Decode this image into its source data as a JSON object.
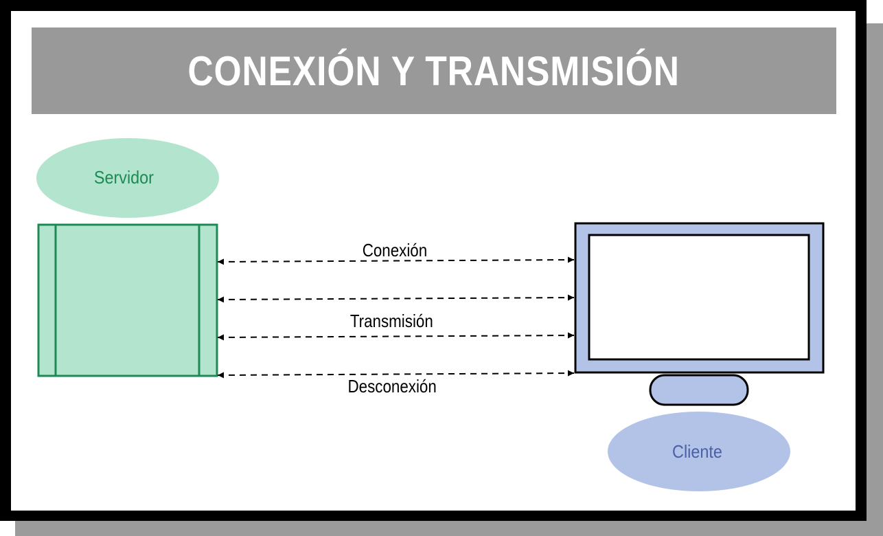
{
  "title": "CONEXIÓN Y TRANSMISIÓN",
  "server": {
    "label": "Servidor"
  },
  "client": {
    "label": "Cliente"
  },
  "arrows": {
    "connect_label": "Conexión",
    "transmit_label": "Transmisión",
    "disconnect_label": "Desconexión"
  },
  "colors": {
    "server_fill": "#b3e4cd",
    "server_stroke": "#1c8a55",
    "server_text": "#1c8a55",
    "client_fill": "#b3c3e8",
    "client_text": "#4a5fa5",
    "title_bar": "#999999"
  }
}
